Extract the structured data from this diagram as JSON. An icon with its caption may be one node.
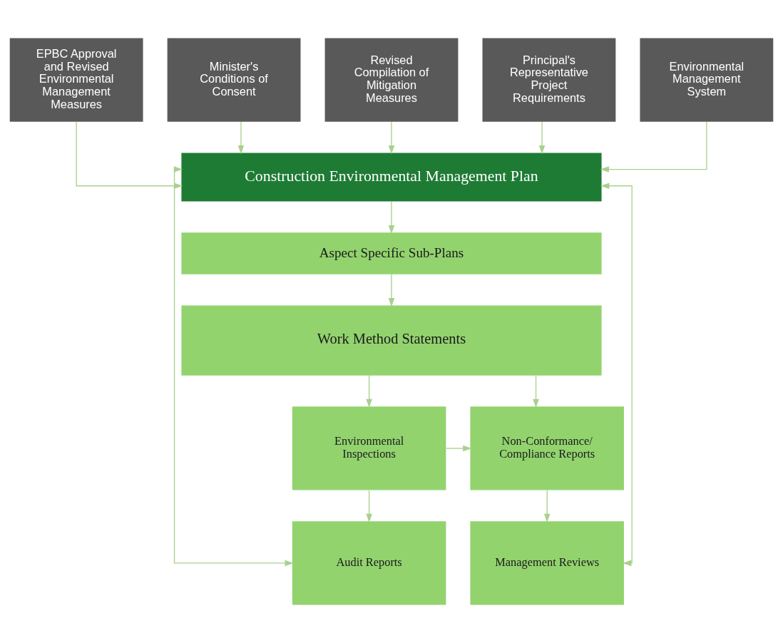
{
  "diagram": {
    "nodes": [
      {
        "text": [
          "EPBC Approval and Revised Environmental Management Measures"
        ]
      },
      {
        "text": [
          "Minister's Conditions of Consent"
        ]
      },
      {
        "text": [
          "Revised Compilation of Mitigation Measures"
        ]
      },
      {
        "text": [
          "Principal's Representative Project Requirements"
        ]
      },
      {
        "text": [
          "Environmental Management System"
        ]
      },
      {
        "text": [
          "Construction Environmental Management Plan"
        ]
      },
      {
        "text": [
          "Aspect Specific Sub-Plans"
        ]
      },
      {
        "text": [
          "Work Method Statements"
        ]
      },
      {
        "text": [
          "Environmental Inspections"
        ]
      },
      {
        "text": [
          "Non-Conformance/ Compliance Reports"
        ]
      },
      {
        "text": [
          "Audit Reports"
        ]
      },
      {
        "text": [
          "Management Reviews"
        ]
      }
    ],
    "edges": [
      {
        "from": 0,
        "to": 5,
        "arrow": "to"
      },
      {
        "from": 1,
        "to": 5,
        "arrow": "to"
      },
      {
        "from": 2,
        "to": 5,
        "arrow": "to"
      },
      {
        "from": 3,
        "to": 5,
        "arrow": "to"
      },
      {
        "from": 4,
        "to": 5,
        "arrow": "to"
      },
      {
        "from": 5,
        "to": 6,
        "arrow": "to"
      },
      {
        "from": 6,
        "to": 7,
        "arrow": "to"
      },
      {
        "from": 7,
        "to": 8,
        "arrow": "to"
      },
      {
        "from": 7,
        "to": 9,
        "arrow": "to"
      },
      {
        "from": 8,
        "to": 9,
        "arrow": "to"
      },
      {
        "from": 8,
        "to": 10,
        "arrow": "to"
      },
      {
        "from": 9,
        "to": 11,
        "arrow": "to"
      },
      {
        "from": 5,
        "to": 10,
        "arrow": "both"
      },
      {
        "from": 11,
        "to": 5,
        "arrow": "both"
      }
    ]
  }
}
